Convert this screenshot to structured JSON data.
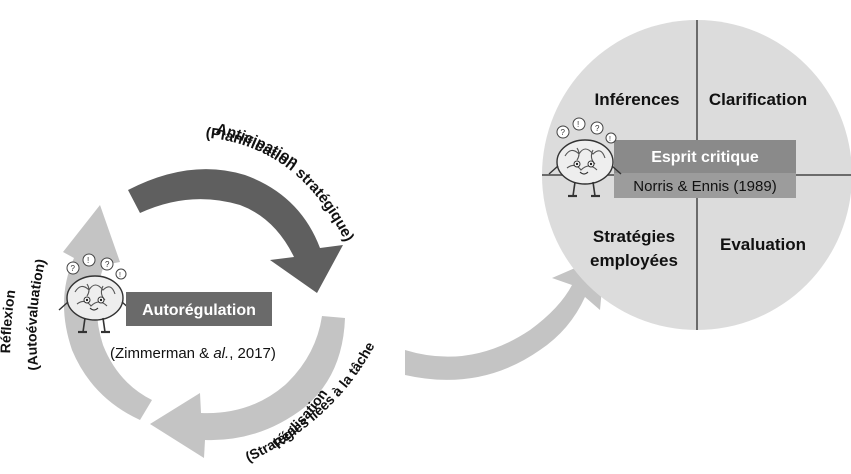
{
  "cycle": {
    "anticipation": {
      "title": "Anticipation",
      "subtitle": "(Planification stratégique)"
    },
    "realisation": {
      "title": "Réalisation",
      "subtitle": "(Stratégies liées à la tâche"
    },
    "reflexion": {
      "title": "Réflexion",
      "subtitle": "(Autoévaluation)"
    },
    "center_box": "Autorégulation",
    "citation": {
      "prefix": "(Zimmerman & ",
      "italic": "al.",
      "suffix": ", 2017)"
    }
  },
  "critical_thinking": {
    "quadrants": {
      "top_left": "Inférences",
      "top_right": "Clarification",
      "bottom_left_line1": "Stratégies",
      "bottom_left_line2": "employées",
      "bottom_right": "Evaluation"
    },
    "box_title": "Esprit critique",
    "box_citation": "Norris & Ennis (1989)"
  },
  "colors": {
    "dark_arrow": "#5f5f5f",
    "light_arrow": "#c4c4c4",
    "label_box": "#6a6a6a",
    "circle_fill": "#dcdcdc",
    "divider": "#6b6b6b"
  },
  "icons": [
    "brain-mascot-icon"
  ]
}
